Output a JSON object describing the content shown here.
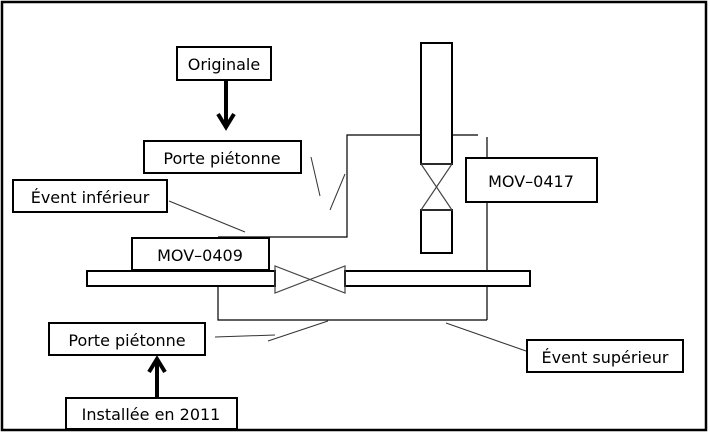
{
  "labels": {
    "originale": "Originale",
    "porte_pietonne_top": "Porte piétonne",
    "event_inferieur": "Évent inférieur",
    "mov_0409": "MOV–0409",
    "mov_0417": "MOV–0417",
    "porte_pietonne_bottom": "Porte piétonne",
    "event_superieur": "Évent supérieur",
    "installee": "Installée en 2011"
  }
}
